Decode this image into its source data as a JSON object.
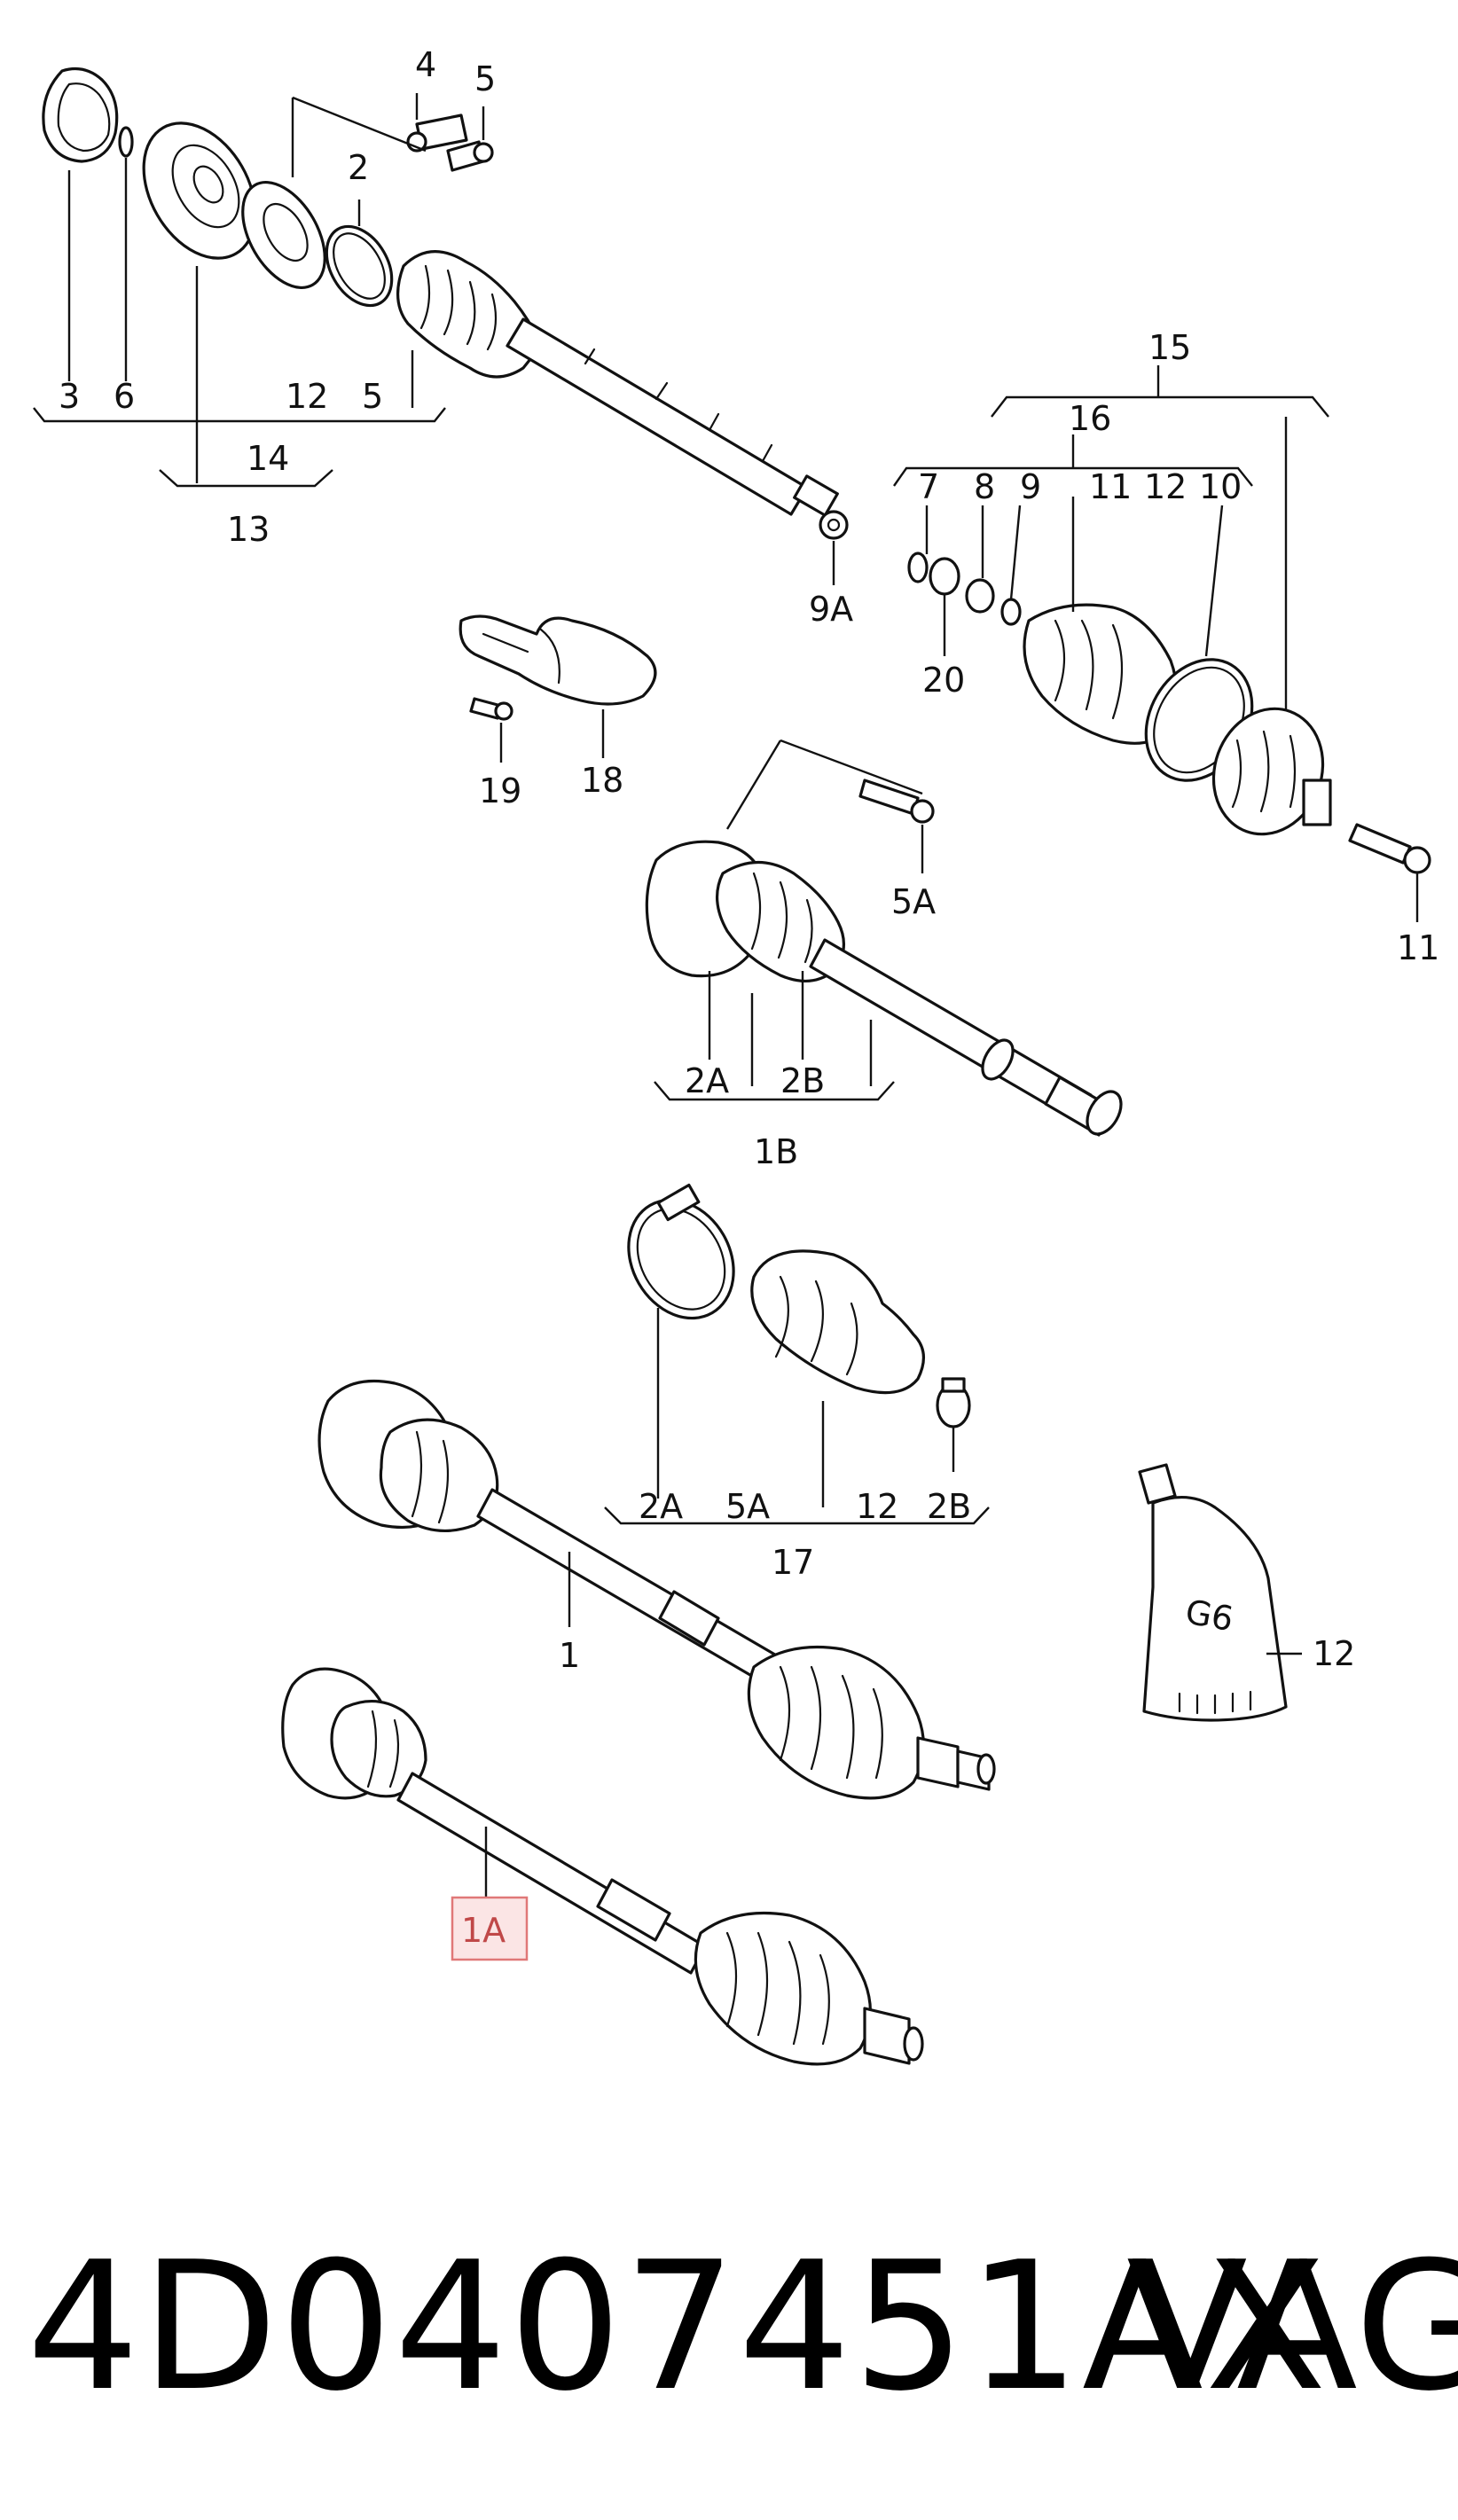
{
  "diagram": {
    "labels": {
      "l4": "4",
      "l5a": "5",
      "l2": "2",
      "l3": "3",
      "l6": "6",
      "l12a": "12",
      "l5b": "5",
      "l14": "14",
      "l13": "13",
      "l9a": "9A",
      "l15": "15",
      "l16": "16",
      "l7": "7",
      "l8": "8",
      "l9": "9",
      "l11a": "11",
      "l12b": "12",
      "l10": "10",
      "l20": "20",
      "l11b": "11",
      "l19": "19",
      "l18": "18",
      "l5a2": "5A",
      "l2a": "2A",
      "l2b": "2B",
      "l1b": "1B",
      "l2a2": "2A",
      "l5a3": "5A",
      "l12c": "12",
      "l2b2": "2B",
      "l17": "17",
      "l1": "1",
      "l12d": "12",
      "l1a": "1A",
      "tube": "G6"
    },
    "highlight_color": "#e07878"
  },
  "footer": {
    "part_number": "4D0407451AX",
    "brand": "VAG"
  }
}
